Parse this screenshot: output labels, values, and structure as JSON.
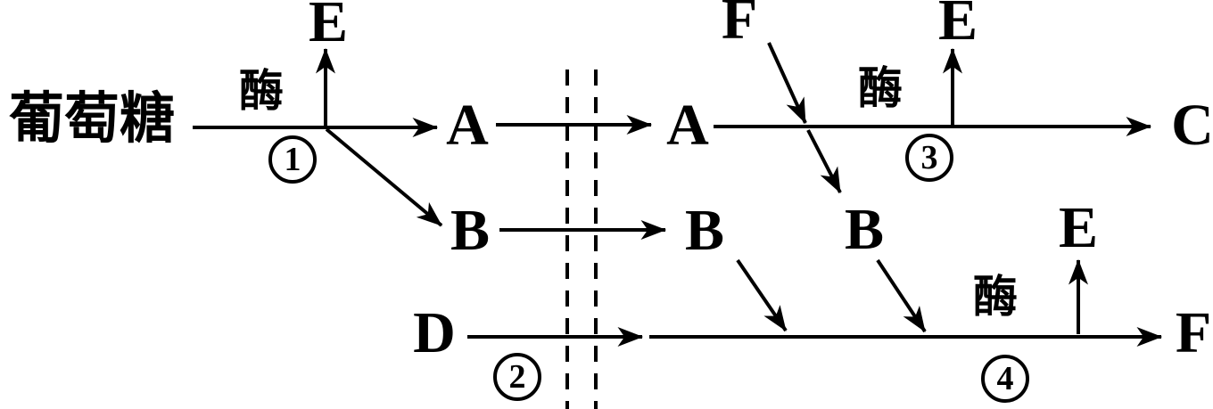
{
  "diagram": {
    "glucose": "葡萄糖",
    "enzyme": "酶",
    "substances": {
      "a": "A",
      "b": "B",
      "c": "C",
      "d": "D",
      "e": "E",
      "f": "F"
    },
    "steps": {
      "one": "1",
      "two": "2",
      "three": "3",
      "four": "4"
    },
    "colors": {
      "ink": "#000000",
      "background": "#ffffff"
    }
  }
}
